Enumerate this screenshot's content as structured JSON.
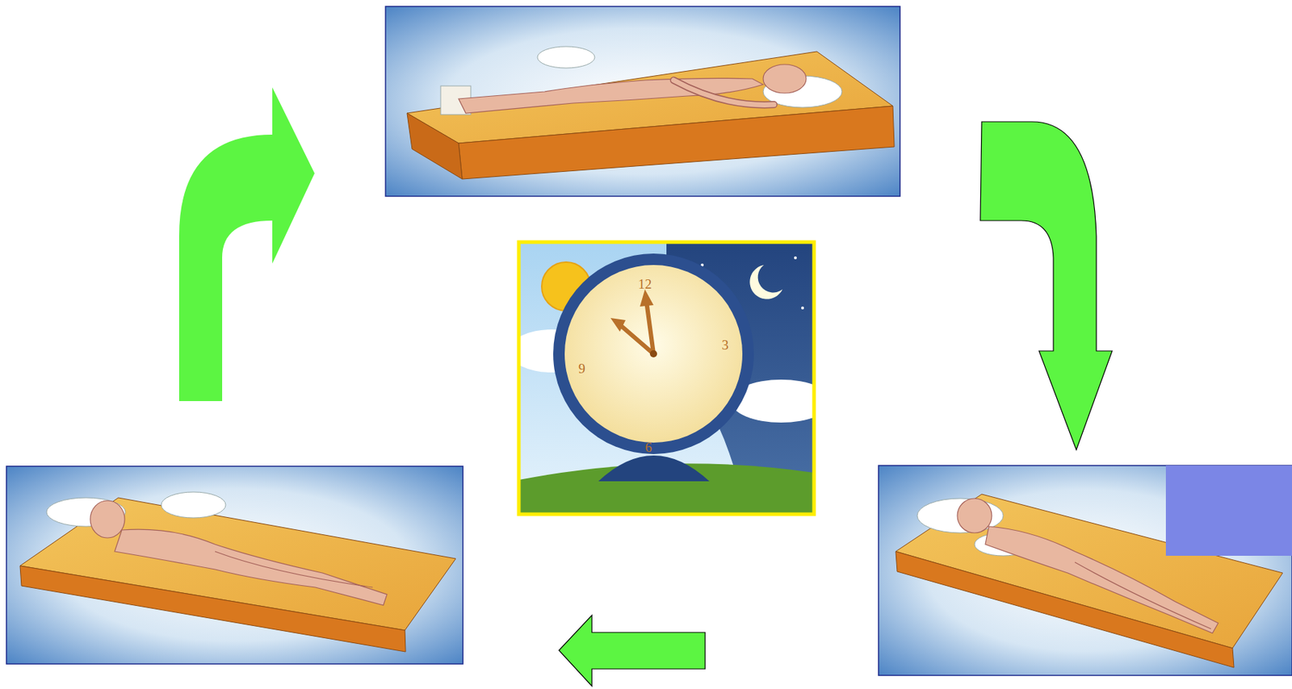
{
  "diagram": {
    "labels": [
      "12",
      "3",
      "9",
      "6"
    ]
  }
}
